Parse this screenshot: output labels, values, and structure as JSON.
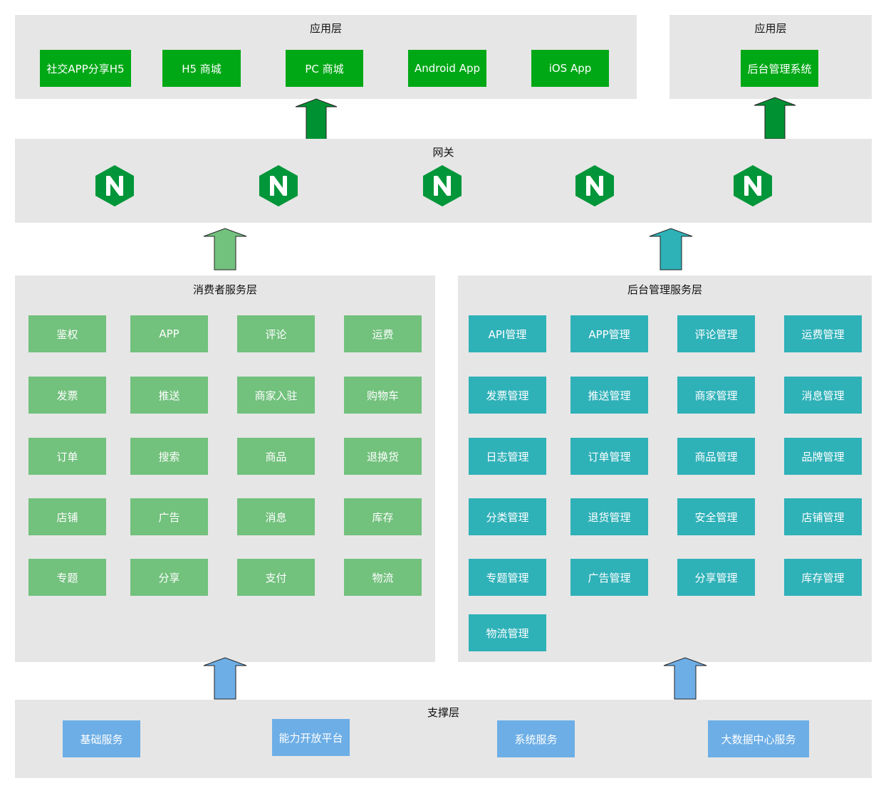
{
  "app_layer_left": {
    "title": "应用层",
    "items": [
      "社交APP分享H5",
      "H5 商城",
      "PC 商城",
      "Android App",
      "iOS App"
    ]
  },
  "app_layer_right": {
    "title": "应用层",
    "items": [
      "后台管理系统"
    ]
  },
  "gateway": {
    "title": "网关",
    "icon": "nginx-icon",
    "icon_color": "#009639"
  },
  "consumer_layer": {
    "title": "消费者服务层",
    "items": [
      "鉴权",
      "APP",
      "评论",
      "运费",
      "发票",
      "推送",
      "商家入驻",
      "购物车",
      "订单",
      "搜索",
      "商品",
      "退换货",
      "店铺",
      "广告",
      "消息",
      "库存",
      "专题",
      "分享",
      "支付",
      "物流"
    ]
  },
  "admin_layer": {
    "title": "后台管理服务层",
    "items": [
      "API管理",
      "APP管理",
      "评论管理",
      "运费管理",
      "发票管理",
      "推送管理",
      "商家管理",
      "消息管理",
      "日志管理",
      "订单管理",
      "商品管理",
      "品牌管理",
      "分类管理",
      "退货管理",
      "安全管理",
      "店铺管理",
      "专题管理",
      "广告管理",
      "分享管理",
      "库存管理",
      "物流管理"
    ]
  },
  "support_layer": {
    "title": "支撑层",
    "items": [
      "基础服务",
      "能力开放平台",
      "系统服务",
      "大数据中心服务"
    ]
  },
  "colors": {
    "panel": "#e6e6e6",
    "app_box": "#00a816",
    "consumer_box": "#72c17d",
    "admin_box": "#2fb1b8",
    "support_box": "#6daee6",
    "arrow_dark_green": "#009132",
    "arrow_light_green": "#72c17d",
    "arrow_teal": "#2fb1b8",
    "arrow_blue": "#6daee6"
  }
}
